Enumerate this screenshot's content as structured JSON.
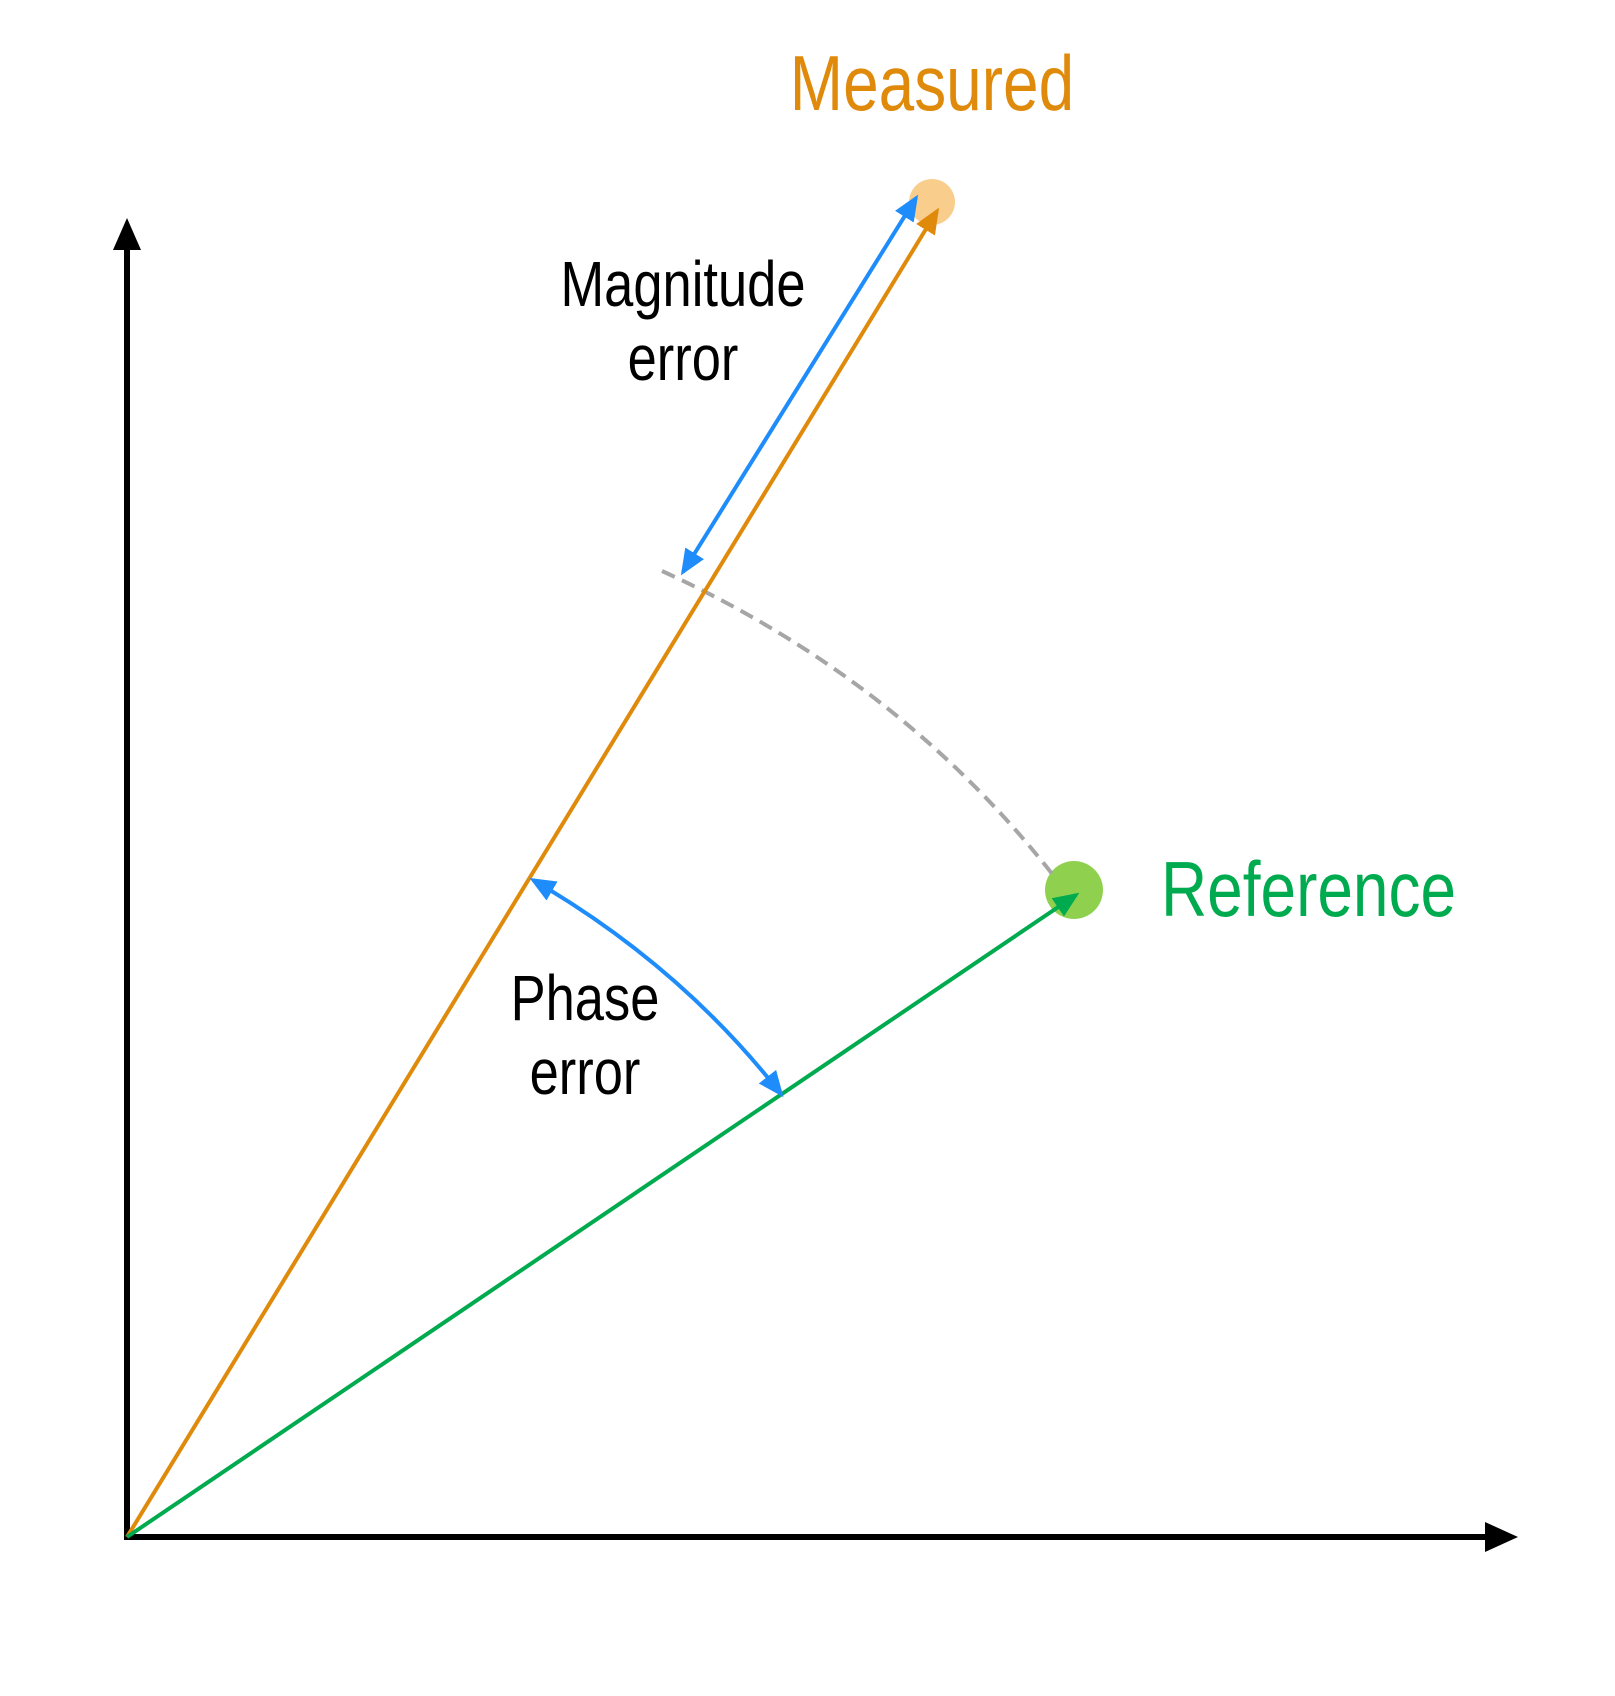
{
  "labels": {
    "measured": "Measured",
    "reference": "Reference",
    "magnitude_error_line1": "Magnitude",
    "magnitude_error_line2": "error",
    "phase_error_line1": "Phase",
    "phase_error_line2": "error"
  },
  "colors": {
    "measured": "#E08A0B",
    "measured_dot": "#F9CD8C",
    "reference": "#00AA4F",
    "reference_dot": "#8FD14F",
    "error_arrow": "#1E8CFA",
    "arc": "#A6A6A6",
    "axis": "#000000"
  }
}
